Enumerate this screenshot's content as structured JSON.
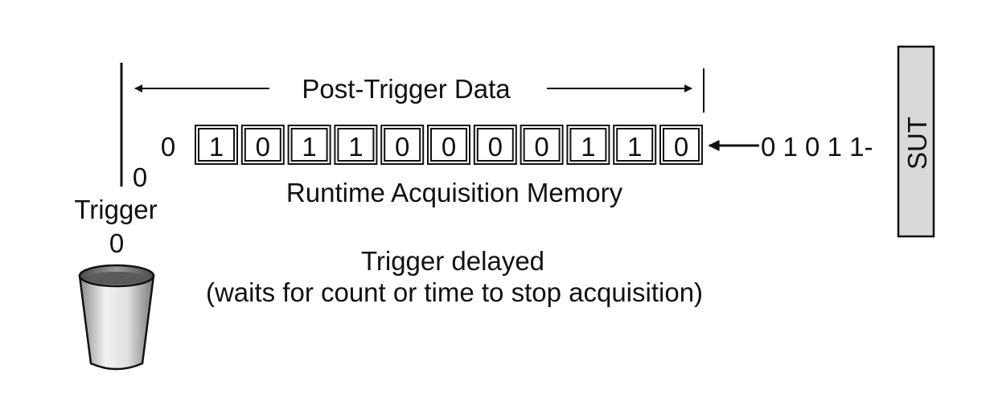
{
  "diagram": {
    "post_trigger_label": "Post-Trigger Data",
    "memory_label": "Runtime Acquisition Memory",
    "leading_bit": "0",
    "memory_bits": [
      "1",
      "0",
      "1",
      "1",
      "0",
      "0",
      "0",
      "0",
      "1",
      "1",
      "0"
    ],
    "incoming_stream": "0 1 0 1 1-",
    "sut_label": "SUT",
    "trigger_zero_upper": "0",
    "trigger_label": "Trigger",
    "trigger_zero_lower": "0",
    "note_line1": "Trigger delayed",
    "note_line2": "(waits for count or time to stop acquisition)",
    "colors": {
      "ink": "#111111",
      "sut_fill": "#d9d9d9",
      "bucket_light": "#e6e6e6",
      "bucket_dark": "#6b6b6b"
    }
  }
}
